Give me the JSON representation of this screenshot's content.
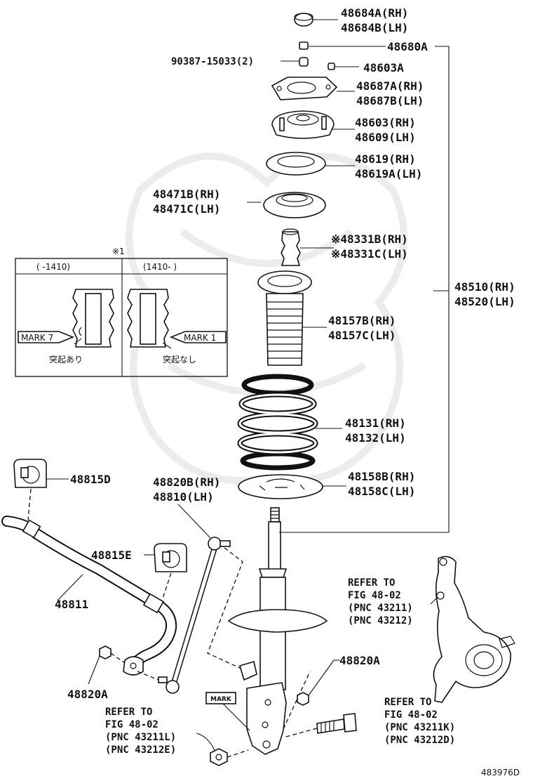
{
  "parts": {
    "p48684": "48684A(RH)\n48684B(LH)",
    "p48680A": "48680A",
    "p90387": "90387-15033(2)",
    "p48603A": "48603A",
    "p48687": "48687A(RH)\n48687B(LH)",
    "p48603": "48603(RH)\n48609(LH)",
    "p48619": "48619(RH)\n48619A(LH)",
    "p48471": "48471B(RH)\n48471C(LH)",
    "p48331": "※48331B(RH)\n※48331C(LH)",
    "p48510": "48510(RH)\n48520(LH)",
    "p48157": "48157B(RH)\n48157C(LH)",
    "p48131": "48131(RH)\n48132(LH)",
    "p48815D": "48815D",
    "p48820B": "48820B(RH)\n48810(LH)",
    "p48158": "48158B(RH)\n48158C(LH)",
    "p48815E": "48815E",
    "p48811": "48811",
    "p48820A_left": "48820A",
    "p48820A_right": "48820A",
    "mark_tag": "MARK"
  },
  "refs": {
    "ref_knuckle": "REFER TO\nFIG 48-02\n(PNC 43211)\n(PNC 43212)",
    "ref_bolt": "REFER TO\nFIG 48-02\n(PNC 43211K)\n(PNC 43212D)",
    "ref_nut": "REFER TO\nFIG 48-02\n(PNC 43211L)\n(PNC 43212E)"
  },
  "inset": {
    "note": "※1",
    "col_left_header": "(        -1410)",
    "col_right_header": "(1410-        )",
    "mark_left": "MARK 7",
    "mark_right": "MARK 1",
    "caption_left": "突起あり",
    "caption_right": "突起なし"
  },
  "diagram_id": "483976D"
}
